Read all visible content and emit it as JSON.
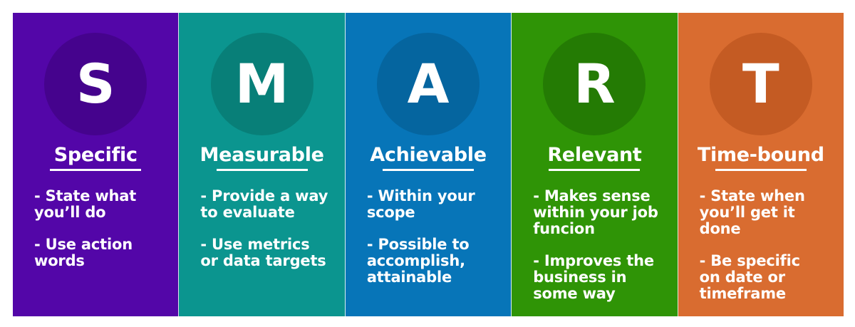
{
  "columns": [
    {
      "letter": "S",
      "title": "Specific",
      "points": [
        "- State what\nyou’ll do",
        "- Use action\nwords"
      ],
      "bg": "#5306a8",
      "circle": "#45038d"
    },
    {
      "letter": "M",
      "title": "Measurable",
      "points": [
        "- Provide a way\nto evaluate",
        "- Use metrics\nor data targets"
      ],
      "bg": "#0b958f",
      "circle": "#087f78"
    },
    {
      "letter": "A",
      "title": "Achievable",
      "points": [
        "- Within your\nscope",
        "- Possible to\naccomplish,\nattainable"
      ],
      "bg": "#0775b8",
      "circle": "#05659f"
    },
    {
      "letter": "R",
      "title": "Relevant",
      "points": [
        "- Makes sense\nwithin your job\nfuncion",
        "- Improves the\nbusiness in\nsome way"
      ],
      "bg": "#2f9406",
      "circle": "#247b04"
    },
    {
      "letter": "T",
      "title": "Time-bound",
      "points": [
        "- State when\nyou’ll get it\ndone",
        "- Be specific\non date or\ntimeframe"
      ],
      "bg": "#d96c30",
      "circle": "#c45b23"
    }
  ]
}
